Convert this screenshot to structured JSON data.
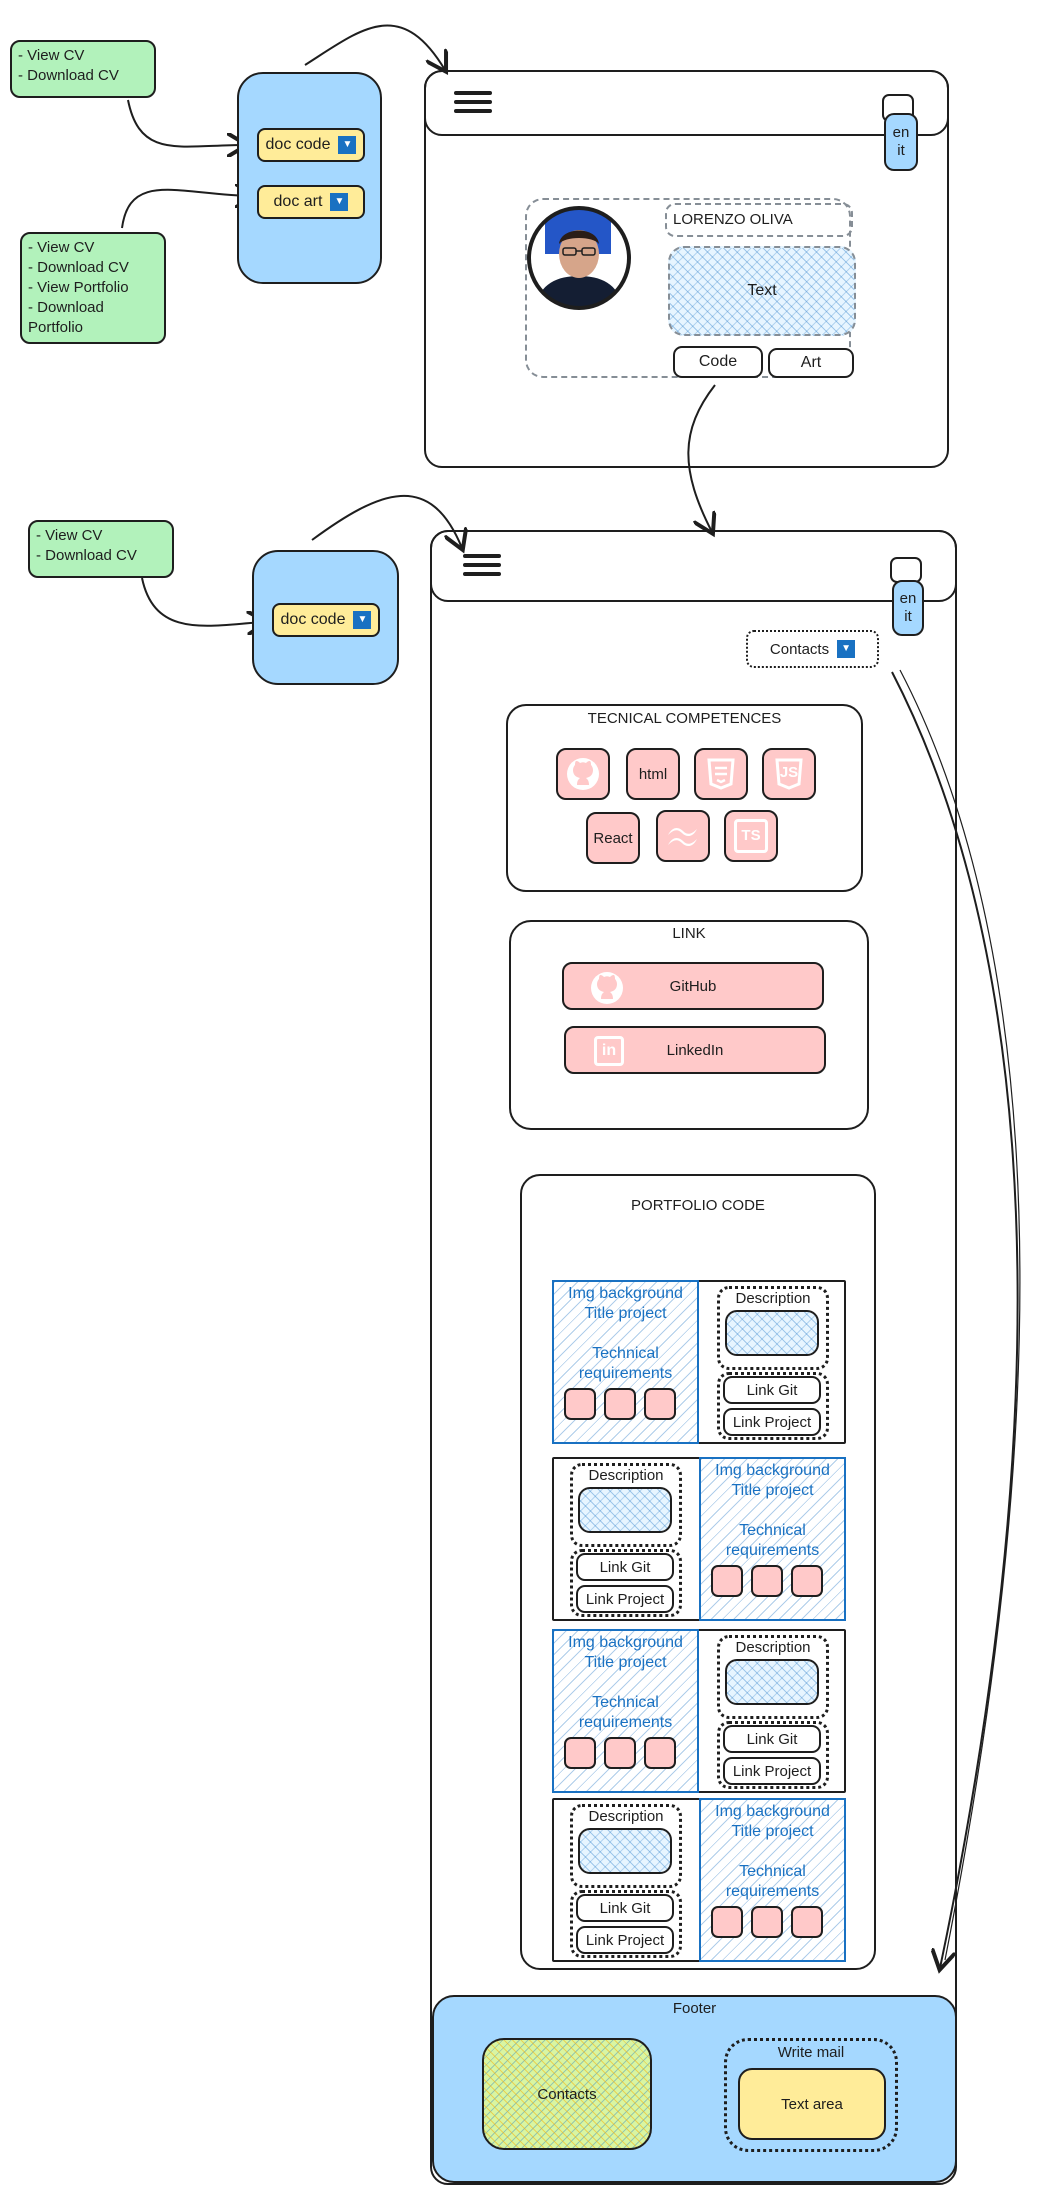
{
  "notes": {
    "note1": "- View CV\n- Download CV",
    "note2": "- View CV\n- Download CV\n- View Portfolio\n- Download\nPortfolio",
    "note3": "- View CV\n- Download CV"
  },
  "selectors": {
    "doc_code_1": "doc code",
    "doc_art": "doc art",
    "doc_code_2": "doc code",
    "caret": "▼"
  },
  "screen1": {
    "lang": "en\nit",
    "name": "LORENZO OLIVA",
    "text": "Text",
    "code_button": "Code",
    "art_button": "Art"
  },
  "screen2": {
    "lang": "en\nit",
    "contacts_select": "Contacts",
    "competences": {
      "title": "TECNICAL COMPETENCES",
      "tiles": [
        {
          "label": "",
          "icon": "github-icon"
        },
        {
          "label": "html",
          "icon": "html-text"
        },
        {
          "label": "",
          "icon": "css-icon"
        },
        {
          "label": "",
          "icon": "javascript-icon"
        },
        {
          "label": "React",
          "icon": "react-text"
        },
        {
          "label": "",
          "icon": "tailwind-icon"
        },
        {
          "label": "",
          "icon": "typescript-icon"
        }
      ],
      "js_glyph": "JS",
      "ts_glyph": "TS"
    },
    "link": {
      "title": "LINK",
      "github": "GitHub",
      "linkedin": "LinkedIn",
      "linkedin_glyph": "in"
    },
    "portfolio": {
      "title": "PORTFOLIO CODE",
      "img_bg": "Img background",
      "title_project": "Title project",
      "tech_req": "Technical\nrequirements",
      "description": "Description",
      "link_git": "Link Git",
      "link_project": "Link Project"
    },
    "footer": {
      "title": "Footer",
      "contacts": "Contacts",
      "write_mail": "Write mail",
      "text_area": "Text area"
    }
  },
  "colors": {
    "note": "#b2f2bb",
    "blue": "#a5d8ff",
    "yellow": "#ffec99",
    "pink": "#ffc9c9",
    "accent": "#1971c2"
  }
}
